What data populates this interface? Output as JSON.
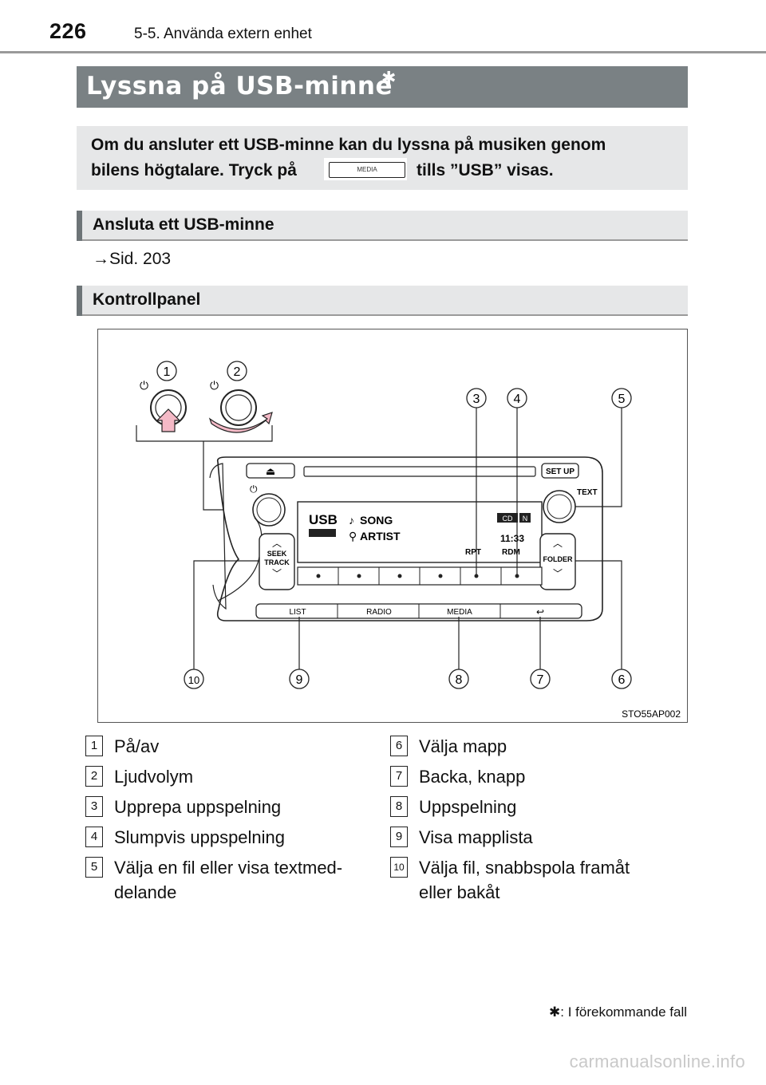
{
  "header": {
    "page_number": "226",
    "chapter": "5-5. Använda extern enhet"
  },
  "title": {
    "text": "Lyssna på USB-minne",
    "star": "✱"
  },
  "intro": {
    "line1": "Om du ansluter ett USB-minne kan du lyssna på musiken genom",
    "line2_a": "bilens högtalare. Tryck på",
    "button_label": "MEDIA",
    "line2_b": "tills ”USB” visas."
  },
  "section1": {
    "heading": "Ansluta ett USB-minne",
    "reference": "→Sid. 203"
  },
  "section2": {
    "heading": "Kontrollpanel"
  },
  "diagram": {
    "image_code": "STO55AP002",
    "display": {
      "source": "USB",
      "song": "SONG",
      "artist": "ARTIST",
      "time": "11:33",
      "cd_label": "CD",
      "n_label": "N",
      "rpt": "RPT",
      "rdm": "RDM"
    },
    "buttons": {
      "eject": "⏏",
      "setup": "SET UP",
      "text": "TEXT",
      "seek1": "SEEK",
      "seek2": "TRACK",
      "folder": "FOLDER",
      "list": "LIST",
      "radio": "RADIO",
      "media": "MEDIA",
      "back": "↩"
    },
    "callouts": [
      "1",
      "2",
      "3",
      "4",
      "5",
      "6",
      "7",
      "8",
      "9",
      "10"
    ]
  },
  "legend": [
    {
      "num": "1",
      "text": "På/av"
    },
    {
      "num": "2",
      "text": "Ljudvolym"
    },
    {
      "num": "3",
      "text": "Upprepa uppspelning"
    },
    {
      "num": "4",
      "text": "Slumpvis uppspelning"
    },
    {
      "num": "5",
      "text": "Välja en fil eller visa textmed-",
      "text2": "delande"
    },
    {
      "num": "6",
      "text": "Välja mapp"
    },
    {
      "num": "7",
      "text": "Backa, knapp"
    },
    {
      "num": "8",
      "text": "Uppspelning"
    },
    {
      "num": "9",
      "text": "Visa mapplista"
    },
    {
      "num": "10",
      "text": "Välja fil, snabbspola framåt",
      "text2": "eller bakåt"
    }
  ],
  "footnote": "✱: I förekommande fall",
  "watermark": "carmanualsonline.info"
}
